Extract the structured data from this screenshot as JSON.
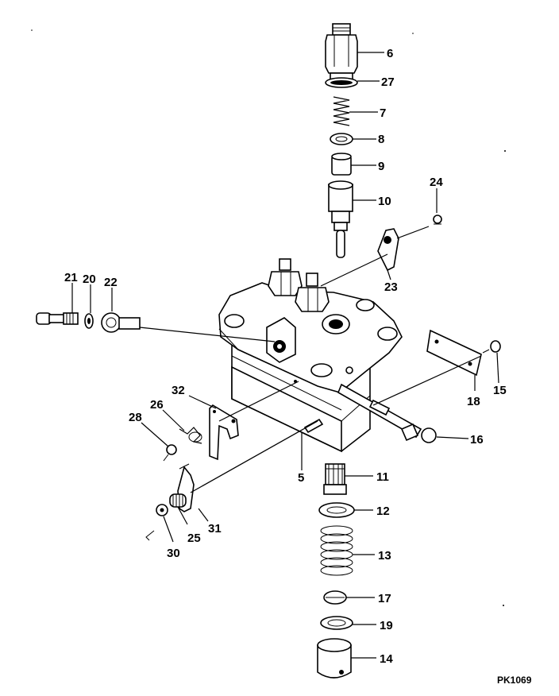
{
  "drawing_code": "PK1069",
  "labels": {
    "p6": "6",
    "p27": "27",
    "p7": "7",
    "p8": "8",
    "p9": "9",
    "p10": "10",
    "p24": "24",
    "p23": "23",
    "p21": "21",
    "p20": "20",
    "p22": "22",
    "p32": "32",
    "p26": "26",
    "p28": "28",
    "p18": "18",
    "p15": "15",
    "p16": "16",
    "p5": "5",
    "p11": "11",
    "p12": "12",
    "p13": "13",
    "p17": "17",
    "p19": "19",
    "p14": "14",
    "p31": "31",
    "p25": "25",
    "p30": "30"
  }
}
